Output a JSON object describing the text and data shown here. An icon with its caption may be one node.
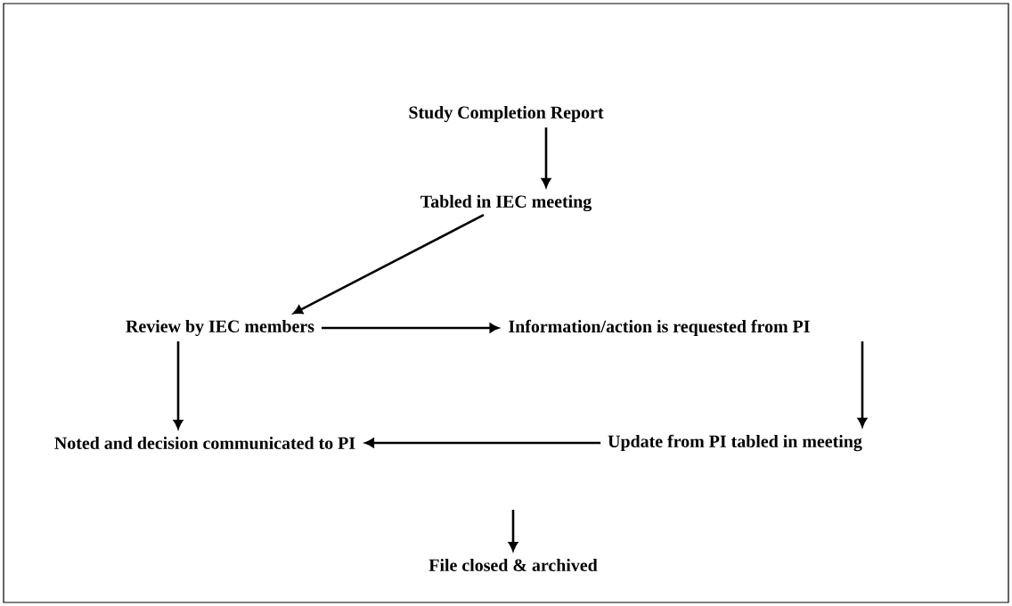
{
  "diagram": {
    "nodes": [
      {
        "text": [
          "Study Completion Report"
        ]
      },
      {
        "text": [
          "Tabled in IEC meeting"
        ]
      },
      {
        "text": [
          "Review by IEC members"
        ]
      },
      {
        "text": [
          "Information/action is requested from PI"
        ]
      },
      {
        "text": [
          "Noted and decision communicated to PI"
        ]
      },
      {
        "text": [
          "Update from PI tabled in meeting"
        ]
      },
      {
        "text": [
          "File closed & archived"
        ]
      }
    ],
    "edges": [
      {
        "from": 0,
        "to": 1,
        "arrow": "to"
      },
      {
        "from": 1,
        "to": 2,
        "arrow": "to"
      },
      {
        "from": 2,
        "to": 3,
        "arrow": "to"
      },
      {
        "from": 3,
        "to": 5,
        "arrow": "to"
      },
      {
        "from": 2,
        "to": 4,
        "arrow": "to"
      },
      {
        "from": 5,
        "to": 4,
        "arrow": "to"
      },
      {
        "from": null,
        "to": 6,
        "arrow": "to"
      }
    ]
  }
}
